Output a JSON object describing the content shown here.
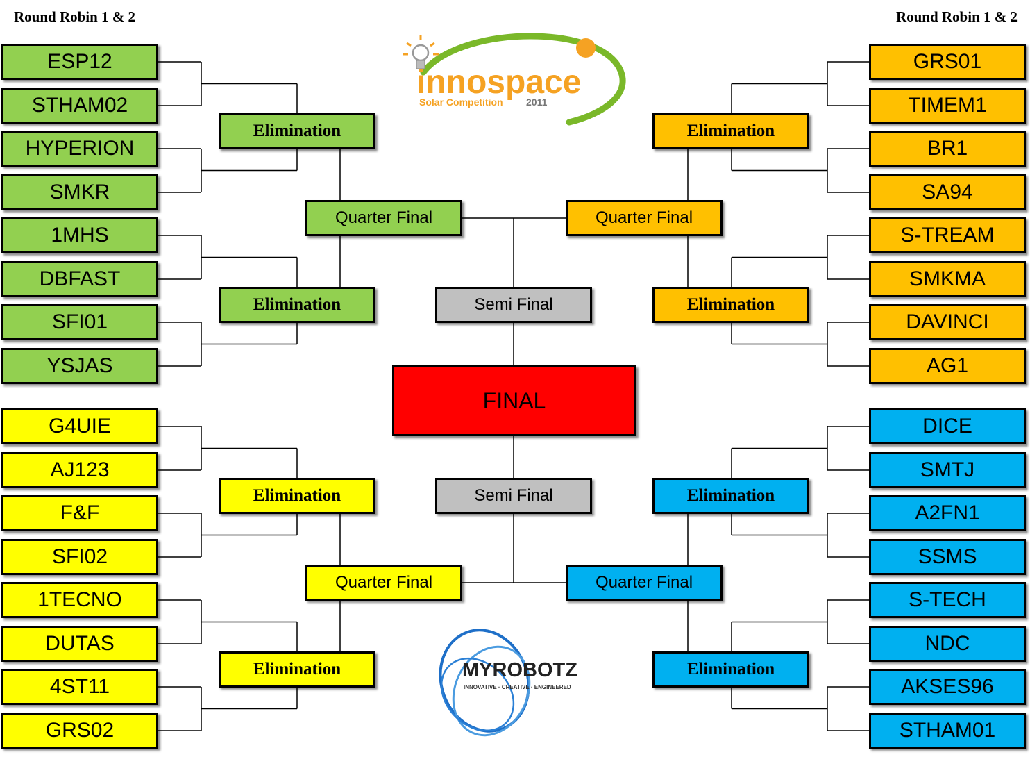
{
  "headers": {
    "left": "Round Robin 1 & 2",
    "right": "Round Robin 1 & 2"
  },
  "colors": {
    "green": "#92d050",
    "orange": "#ffc000",
    "yellow": "#ffff00",
    "blue": "#00b0f0",
    "semi": "#c0c0c0",
    "final": "#ff0000"
  },
  "groups": {
    "top_left": [
      "ESP12",
      "STHAM02",
      "HYPERION",
      "SMKR",
      "1MHS",
      "DBFAST",
      "SFI01",
      "YSJAS"
    ],
    "bottom_left": [
      "G4UIE",
      "AJ123",
      "F&F",
      "SFI02",
      "1TECNO",
      "DUTAS",
      "4ST11",
      "GRS02"
    ],
    "top_right": [
      "GRS01",
      "TIMEM1",
      "BR1",
      "SA94",
      "S-TREAM",
      "SMKMA",
      "DAVINCI",
      "AG1"
    ],
    "bottom_right": [
      "DICE",
      "SMTJ",
      "A2FN1",
      "SSMS",
      "S-TECH",
      "NDC",
      "AKSES96",
      "STHAM01"
    ]
  },
  "rounds": {
    "elimination": "Elimination",
    "quarter_final": "Quarter Final",
    "semi_final": "Semi Final",
    "final": "FINAL"
  },
  "logos": {
    "innospace": {
      "name": "innospace",
      "subtitle": "Solar Competition",
      "year": "2011"
    },
    "myrobotz": {
      "name": "MYROBOTZ",
      "tagline": "INNOVATIVE · CREATIVE · ENGINEERED"
    }
  }
}
